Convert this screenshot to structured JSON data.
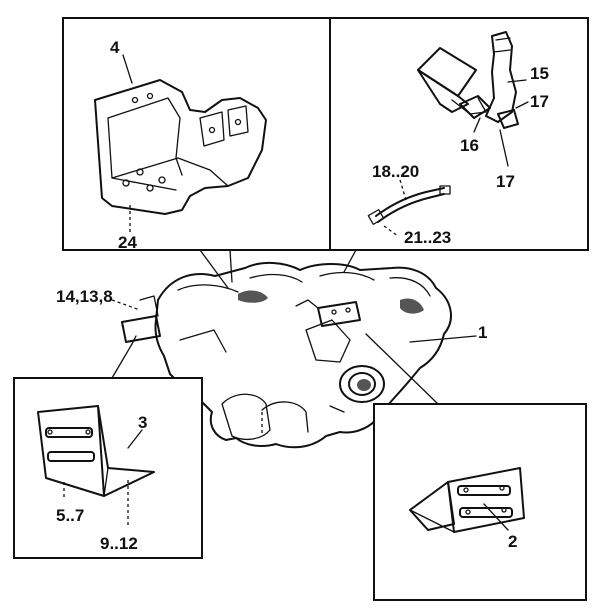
{
  "labels": {
    "part_4": "4",
    "part_24": "24",
    "part_15": "15",
    "part_17a": "17",
    "part_16": "16",
    "part_17b": "17",
    "part_18_20": "18..20",
    "part_21_23": "21..23",
    "part_14_13_8": "14,13,8",
    "part_1": "1",
    "part_3": "3",
    "part_5_7": "5..7",
    "part_9_12": "9..12",
    "part_2": "2"
  }
}
